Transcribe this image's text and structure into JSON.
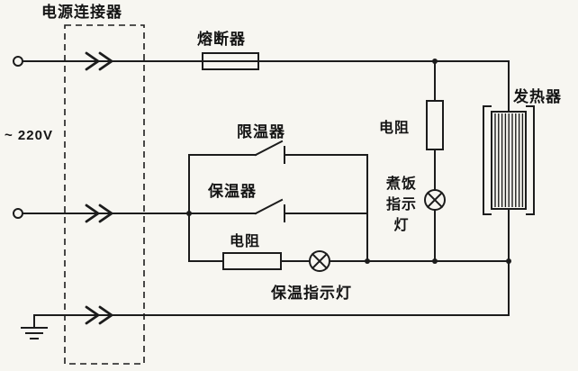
{
  "colors": {
    "background": "#f7f6f1",
    "line": "#1c1c1c",
    "text": "#141414"
  },
  "source": {
    "voltage": "~ 220V"
  },
  "connector": {
    "label": "电源连接器",
    "type": "3-pole-power-connector",
    "symbol": "double-chevron-contacts-in-dashed-box"
  },
  "components": {
    "fuse": {
      "label": "熔断器",
      "type": "fuse"
    },
    "temp_limiter": {
      "label": "限温器",
      "type": "switch"
    },
    "warm_keeper": {
      "label": "保温器",
      "type": "switch"
    },
    "warm_resistor": {
      "label": "电阻",
      "type": "resistor"
    },
    "warm_lamp": {
      "label": "保温指示灯",
      "type": "indicator-lamp"
    },
    "cook_resistor": {
      "label": "电阻",
      "type": "resistor"
    },
    "cook_lamp": {
      "label_lines": [
        "煮饭",
        "指示",
        "灯"
      ],
      "type": "indicator-lamp"
    },
    "heater": {
      "label": "发热器",
      "type": "heating-element"
    },
    "earth": {
      "type": "ground-symbol"
    }
  }
}
